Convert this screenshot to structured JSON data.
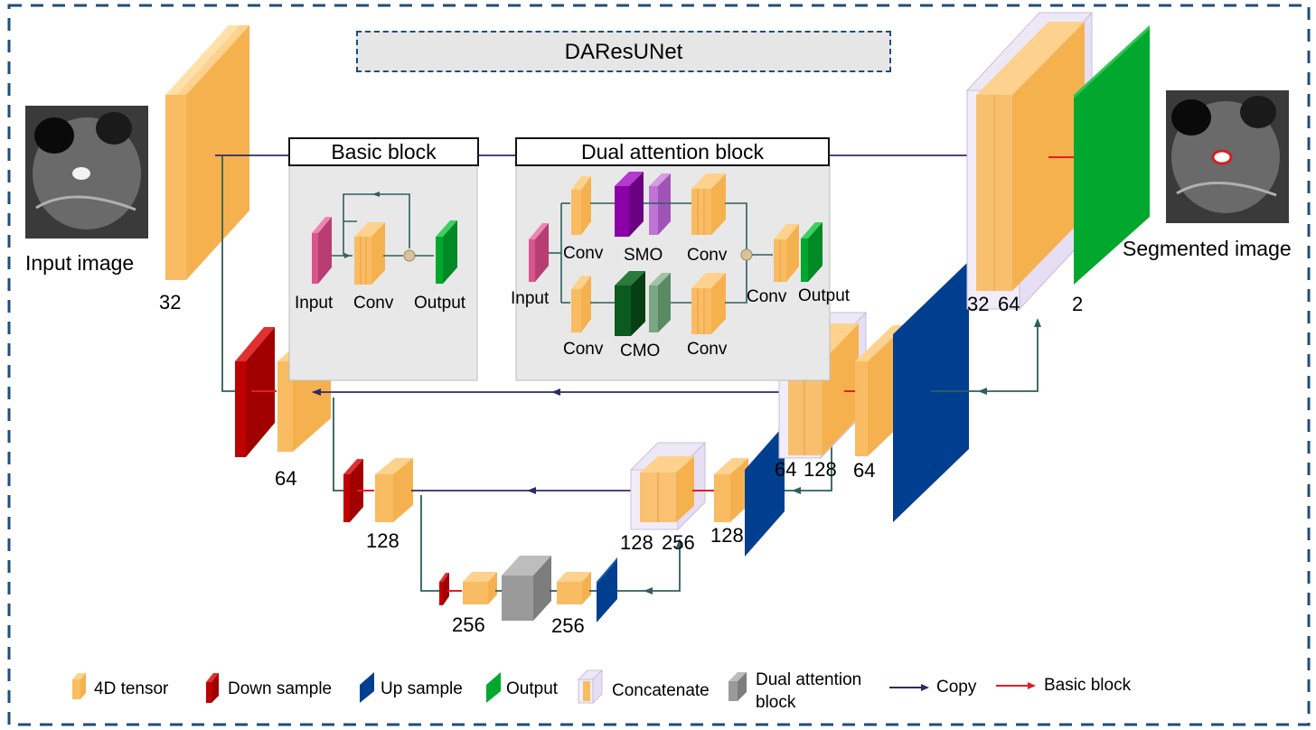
{
  "title": "DAResUNet",
  "input_label": "Input image",
  "output_label": "Segmented image",
  "channel_labels": {
    "enc1": "32",
    "enc2": "64",
    "enc3": "128",
    "enc4": "256",
    "bottleneck_out": "256",
    "dec3_concat_a": "128",
    "dec3_concat_b": "256",
    "dec3_out": "128",
    "dec2_concat_a": "64",
    "dec2_concat_b": "128",
    "dec2_out": "64",
    "dec1_concat_a": "32",
    "dec1_concat_b": "64",
    "final_out": "2"
  },
  "basic_block": {
    "title": "Basic block",
    "input": "Input",
    "conv": "Conv",
    "output": "Output"
  },
  "dual_attention_block": {
    "title": "Dual attention block",
    "input": "Input",
    "conv_top": "Conv",
    "smo": "SMO",
    "conv_top2": "Conv",
    "conv_bottom": "Conv",
    "cmo": "CMO",
    "conv_bottom2": "Conv",
    "conv_out": "Conv",
    "output": "Output"
  },
  "legend": {
    "tensor": "4D tensor",
    "down": "Down sample",
    "up": "Up sample",
    "output": "Output",
    "concat": "Concatenate",
    "dual_1": "Dual attention",
    "dual_2": "block",
    "copy": "Copy",
    "basic": "Basic block"
  },
  "colors": {
    "tensor": "#f9bc62",
    "down": "#c00000",
    "up": "#003f8f",
    "output": "#00a82d",
    "dual": "#9a9a9a",
    "copy": "#2b2b6b",
    "basic": "#e02020",
    "frame": "#1f4e79",
    "arrow": "#2e5f5f",
    "smo": "#8b00a8",
    "cmo": "#0b5a1e",
    "input_block": "#d9558e"
  }
}
